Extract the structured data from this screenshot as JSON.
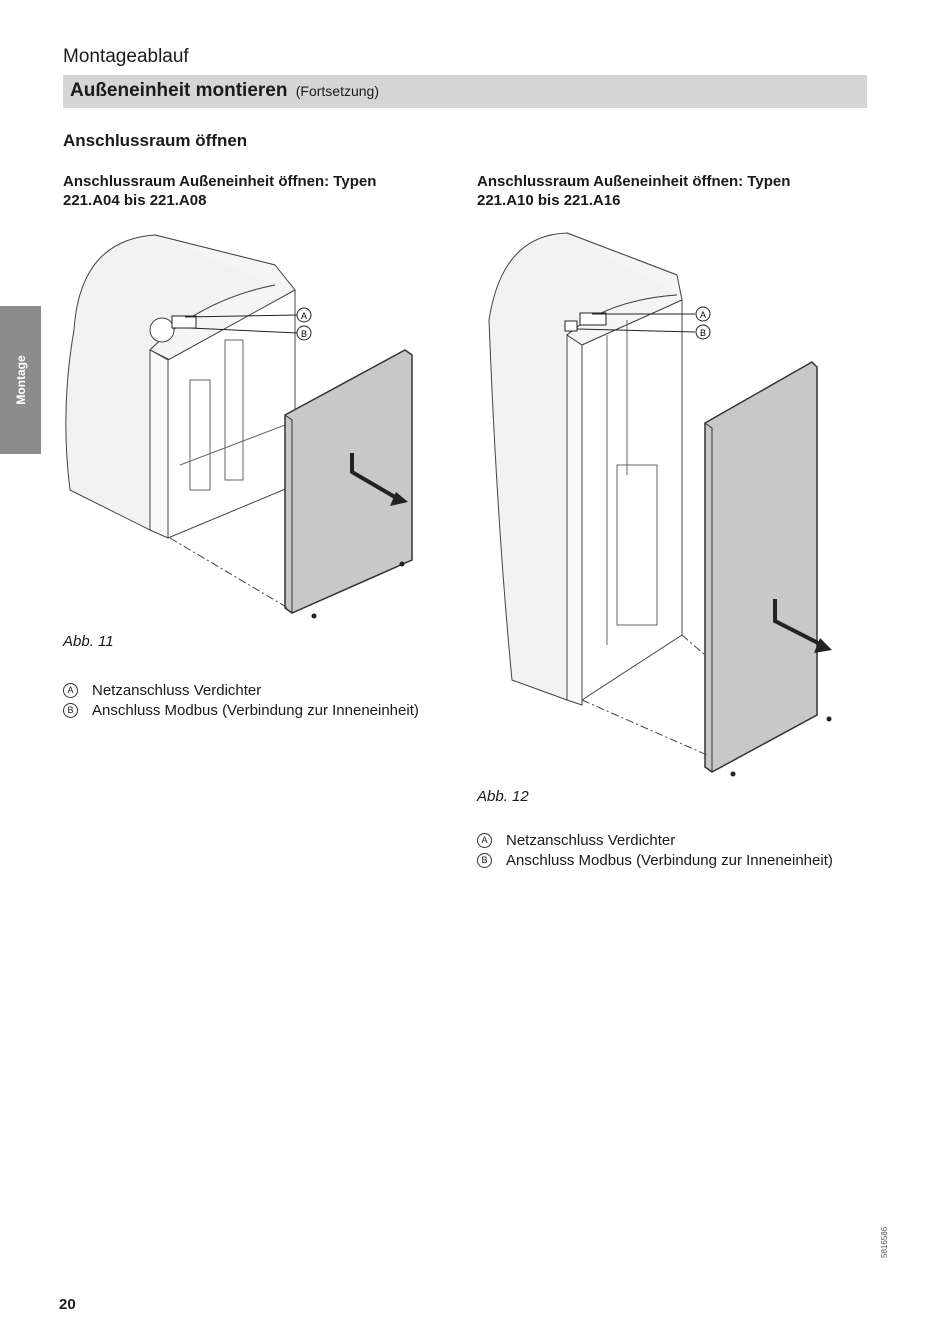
{
  "header": {
    "chapter": "Montageablauf",
    "title": "Außeneinheit montieren",
    "title_suffix": "(Fortsetzung)"
  },
  "side_tab": "Montage",
  "section_title": "Anschlussraum öffnen",
  "columns": [
    {
      "heading_line1": "Anschlussraum Außeneinheit öffnen: Typen",
      "heading_line2": "221.A04 bis 221.A08",
      "figure_caption": "Abb. 11",
      "callouts": [
        "A",
        "B"
      ],
      "legend": [
        {
          "letter": "A",
          "text": "Netzanschluss Verdichter"
        },
        {
          "letter": "B",
          "text": "Anschluss Modbus (Verbindung zur Inneneinheit)"
        }
      ]
    },
    {
      "heading_line1": "Anschlussraum Außeneinheit öffnen: Typen",
      "heading_line2": "221.A10 bis 221.A16",
      "figure_caption": "Abb. 12",
      "callouts": [
        "A",
        "B"
      ],
      "legend": [
        {
          "letter": "A",
          "text": "Netzanschluss Verdichter"
        },
        {
          "letter": "B",
          "text": "Anschluss Modbus (Verbindung zur Inneneinheit)"
        }
      ]
    }
  ],
  "page_number": "20",
  "doc_code": "5816586",
  "colors": {
    "banner": "#d6d6d6",
    "side_tab": "#8c8c8c",
    "panel": "#c8c8c8"
  }
}
